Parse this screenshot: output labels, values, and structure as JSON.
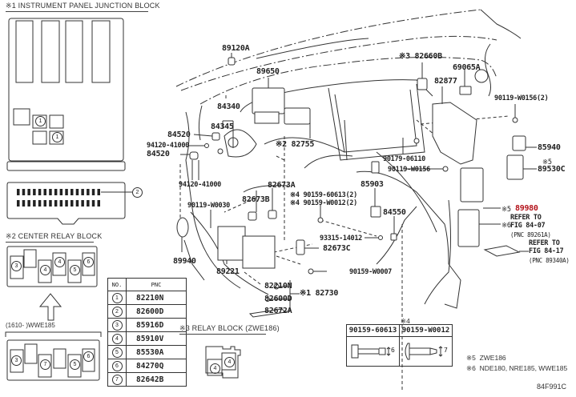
{
  "figure_code": "84F991C",
  "sections": {
    "junction_block": {
      "title": "※1 INSTRUMENT PANEL JUNCTION BLOCK",
      "callouts": [
        "1",
        "1",
        "2"
      ]
    },
    "center_relay": {
      "title": "※2 CENTER RELAY BLOCK",
      "top_callouts": [
        "3",
        "4",
        "4",
        "5",
        "6"
      ],
      "bottom_callouts": [
        "3",
        "7",
        "5",
        "6"
      ],
      "range_label": "(1610-      )WWE185"
    },
    "relay_block": {
      "title": "※3 RELAY BLOCK (ZWE186)",
      "callouts": [
        "4",
        "4"
      ]
    }
  },
  "pnc_table": {
    "headers": [
      "NO.",
      "PNC"
    ],
    "rows": [
      {
        "no": "1",
        "pnc": "82210N"
      },
      {
        "no": "2",
        "pnc": "82600D"
      },
      {
        "no": "3",
        "pnc": "85916D"
      },
      {
        "no": "4",
        "pnc": "85910V"
      },
      {
        "no": "5",
        "pnc": "85530A"
      },
      {
        "no": "6",
        "pnc": "84270Q"
      },
      {
        "no": "7",
        "pnc": "82642B"
      }
    ]
  },
  "bolt_table": {
    "marker": "※4",
    "columns": [
      {
        "part": "90159-60613",
        "dimension": "6"
      },
      {
        "part": "90159-W0012",
        "dimension": "7"
      }
    ]
  },
  "notes": [
    {
      "mark": "※5",
      "text": "ZWE186"
    },
    {
      "mark": "※6",
      "text": "NDE180, NRE185, WWE185"
    }
  ],
  "part_labels": {
    "p89120A": "89120A",
    "p89650": "89650",
    "p84340": "84340",
    "p84345": "84345",
    "p84520a": "84520",
    "p94120a": "94120-41000",
    "p84520b": "84520",
    "p94120b": "94120-41000",
    "p90119w30": "90119-W0030",
    "p89940": "89940",
    "p89221": "89221",
    "p82755": "※2 82755",
    "p82673A": "82673A",
    "p82673B": "82673B",
    "p90159_60613": "※4 90159-60613(2)",
    "p90159_w0012": "※4 90159-W0012(2)",
    "p93315": "93315-14012",
    "p82673C": "82673C",
    "p90159w7": "90159-W0007",
    "p82210N": "82210N",
    "p82600D": "82600D",
    "p82672A": "82672A",
    "p82730": "※1 82730",
    "p82660B": "※3 82660B",
    "p69065A": "69065A",
    "p82877": "82877",
    "p90119w156_2": "90119-W0156(2)",
    "p90179": "90179-06110",
    "p90119w156": "90119-W0156",
    "p85940": "85940",
    "p89530C_mark": "※5",
    "p89530C": "89530C",
    "p85903": "85903",
    "p84550": "84550",
    "p89980_mark": "※5",
    "p89980": "89980",
    "p89980_ref": "REFER TO",
    "p_fig8407_mark": "※6",
    "p_fig8407": "FIG 84-07",
    "p_pnc89261": "(PNC 89261A)",
    "p_ref2": "REFER TO",
    "p_fig8417": "FIG 84-17",
    "p_pnc89340": "(PNC 89340A)"
  },
  "colors": {
    "line": "#333333",
    "highlight": "#b3121a"
  }
}
